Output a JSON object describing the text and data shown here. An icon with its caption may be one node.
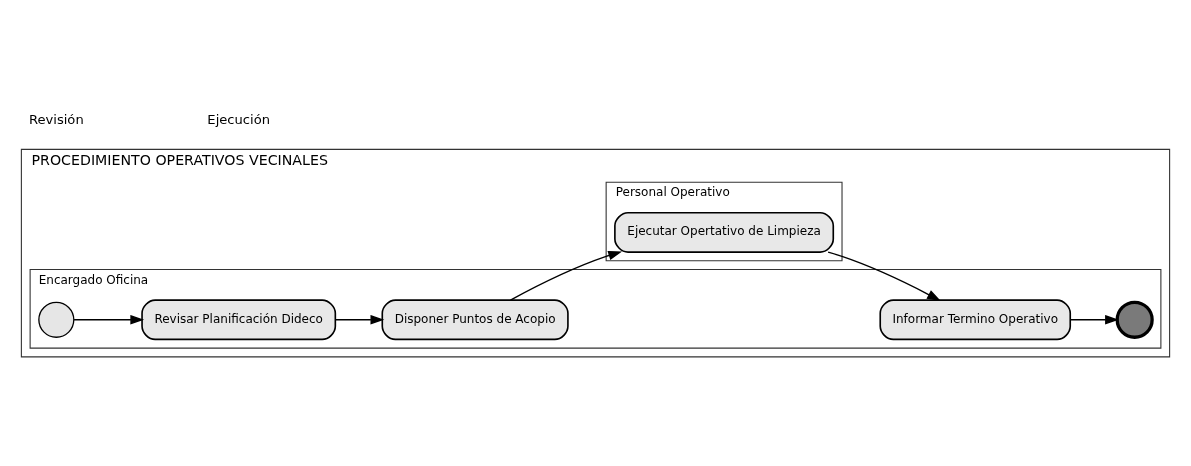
{
  "diagram": {
    "nodes": [
      {
        "text": [
          "PROCEDIMIENTO OPERATIVOS VECINALES"
        ]
      },
      {
        "text": [
          "Encargado Oficina"
        ],
        "in": 0
      },
      {
        "text": [
          "Personal Operativo"
        ],
        "in": 0
      },
      {
        "text": [],
        "shape": "circle",
        "in": 1
      },
      {
        "text": [
          "Revisar Planificación Dideco"
        ],
        "in": 1
      },
      {
        "text": [
          "Disponer Puntos de Acopio"
        ],
        "in": 1
      },
      {
        "text": [
          "Informar Termino Operativo"
        ],
        "in": 1
      },
      {
        "text": [],
        "shape": "circle",
        "in": 1
      },
      {
        "text": [
          "Ejecutar Opertativo de Limpieza"
        ],
        "in": 2
      }
    ],
    "edges": [
      {
        "from": 3,
        "to": 4,
        "arrow": "to"
      },
      {
        "from": 4,
        "to": 5,
        "arrow": "to"
      },
      {
        "from": 5,
        "to": 8,
        "arrow": "to"
      },
      {
        "from": 8,
        "to": 6,
        "arrow": "to"
      },
      {
        "from": 6,
        "to": 7,
        "arrow": "to"
      }
    ],
    "labels": [
      "Revisión",
      "Ejecución"
    ]
  }
}
